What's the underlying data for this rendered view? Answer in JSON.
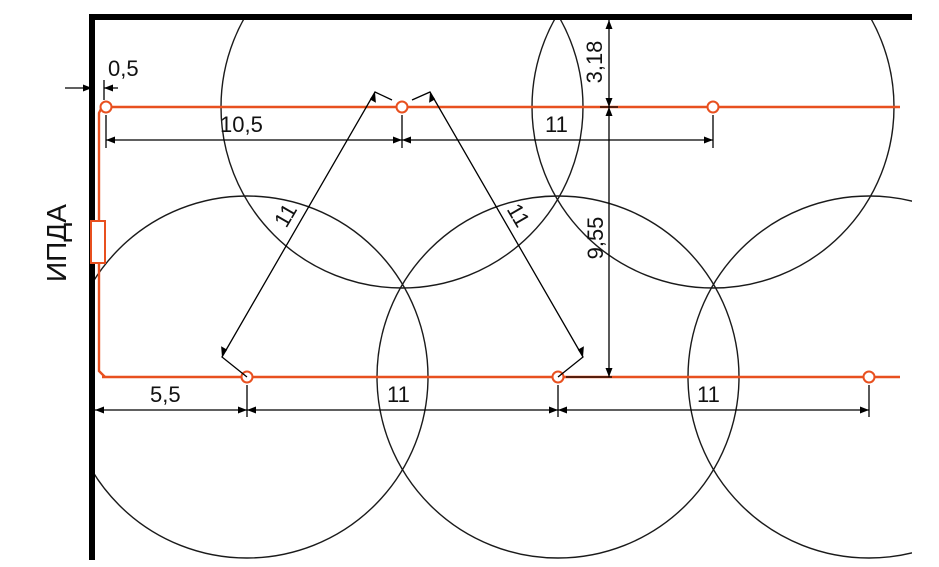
{
  "wall_label": "ИПДА",
  "dimensions": {
    "offset_wall": "0,5",
    "top_first": "10,5",
    "top_second": "11",
    "top_vertical": "3,18",
    "row_spacing": "9,55",
    "diag_left": "11",
    "diag_right": "11",
    "bottom_first": "5,5",
    "bottom_second": "11",
    "bottom_third": "11"
  },
  "colors": {
    "pipe": "#e8501f",
    "line": "#000000",
    "background": "#ffffff"
  }
}
